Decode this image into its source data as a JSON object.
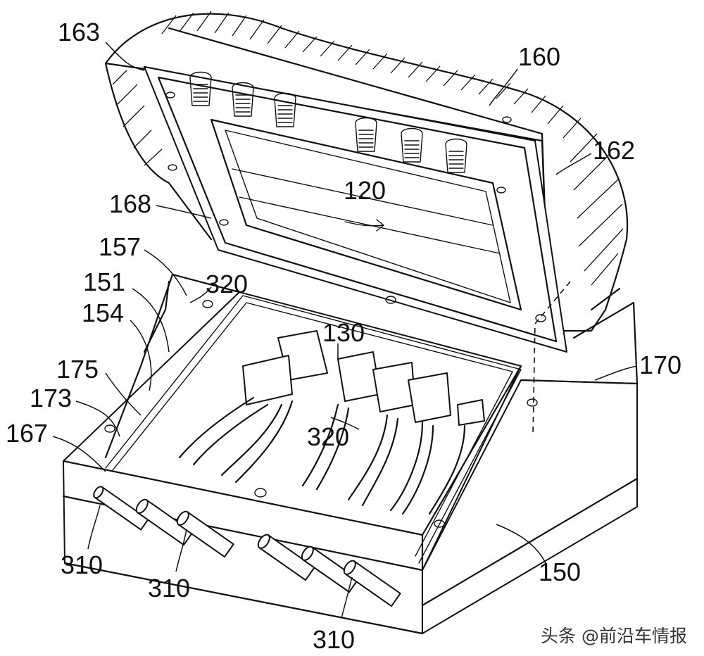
{
  "labels": {
    "l163": "163",
    "l160": "160",
    "l162": "162",
    "l120": "120",
    "l168": "168",
    "l157": "157",
    "l320a": "320",
    "l151": "151",
    "l154": "154",
    "l130": "130",
    "l175": "175",
    "l173": "173",
    "l170": "170",
    "l167": "167",
    "l320b": "320",
    "l310a": "310",
    "l310b": "310",
    "l310c": "310",
    "l150": "150"
  },
  "watermark": "头条 @前沿车情报"
}
